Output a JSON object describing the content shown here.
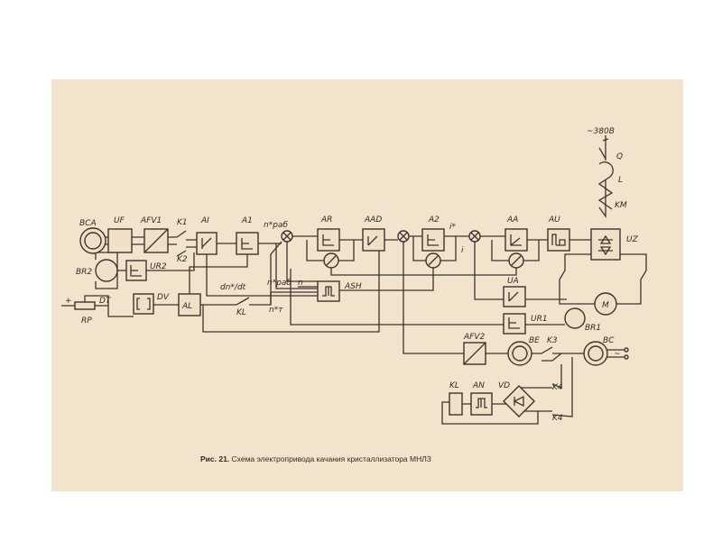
{
  "figure": {
    "caption_number": "Рис. 21.",
    "caption_text": "Схема электропривода качания кристаллизатора МНЛЗ",
    "supply": "~380В",
    "labels": {
      "BCA": "BCA",
      "UF": "UF",
      "AFV1": "AFV1",
      "K1": "K1",
      "K2": "K2",
      "AI": "AI",
      "A1": "A1",
      "n_rab": "n*раб",
      "AR": "AR",
      "AAD": "AAD",
      "A2": "A2",
      "i_star": "i*",
      "i": "i",
      "AA": "AA",
      "AU": "AU",
      "UZ": "UZ",
      "KM": "KM",
      "Q": "Q",
      "L": "L",
      "BR2": "BR2",
      "UR2": "UR2",
      "RP": "RP",
      "plus": "+",
      "DT": "DT",
      "DV": "DV",
      "AL": "AL",
      "dndt": "dn*/dt",
      "KL": "KL",
      "n_T": "n*т",
      "n_rab2": "n*раб",
      "n": "n",
      "ASH": "ASH",
      "UA": "UA",
      "UR1": "UR1",
      "M": "M",
      "BR1": "BR1",
      "AFV2": "AFV2",
      "BE": "BE",
      "K3": "K3",
      "BC": "BC",
      "ac": "~",
      "KL2": "KL",
      "AN": "AN",
      "VD": "VD",
      "K4a": "K4",
      "K4b": "K4"
    }
  }
}
